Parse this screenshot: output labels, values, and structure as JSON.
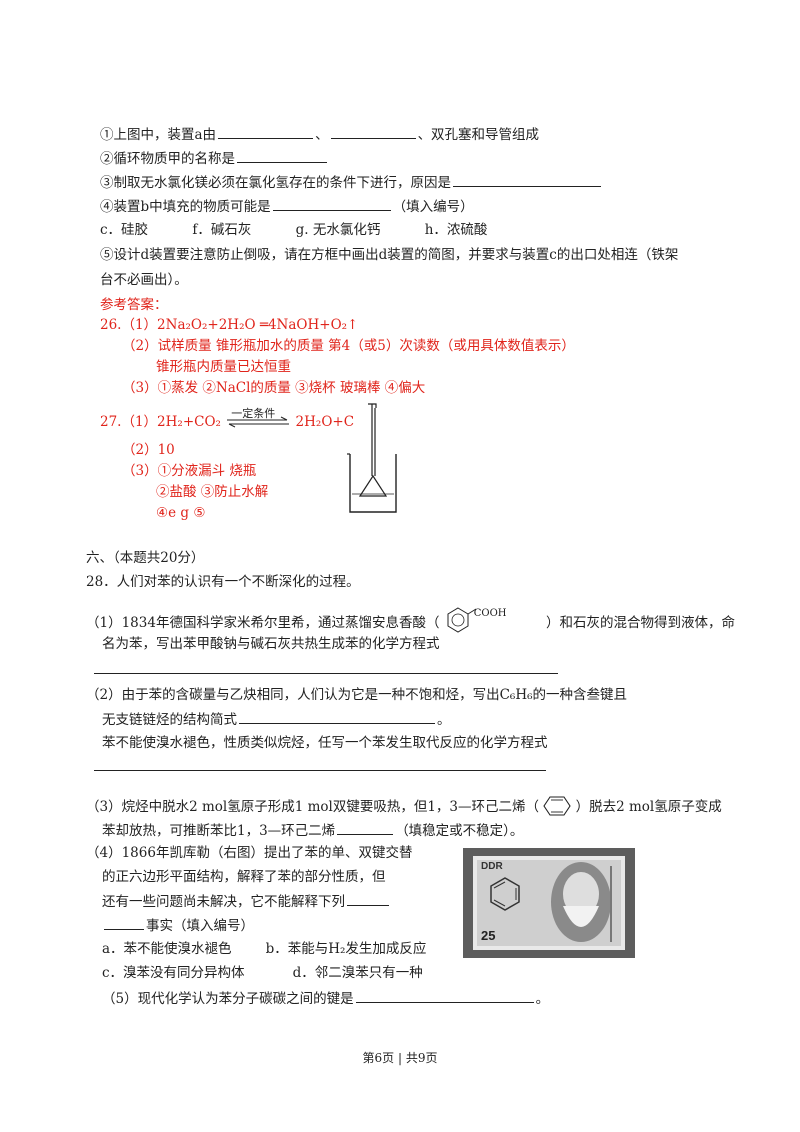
{
  "p1": {
    "q1": {
      "pre": "①上图中，装置a由",
      "mid": "、",
      "post": "、双孔塞和导管组成"
    },
    "q2": "②循环物质甲的名称是",
    "q3": "③制取无水氯化镁必须在氯化氢存在的条件下进行，原因是",
    "q4": {
      "pre": "④装置b中填充的物质可能是",
      "post": "（填入编号）"
    },
    "q4_opts": [
      "c．硅胶",
      "f．碱石灰",
      "g.  无水氯化钙",
      "h．浓硫酸"
    ],
    "q5_l1": "⑤设计d装置要注意防止倒吸，请在方框中画出d装置的简图，并要求与装置c的出口处相连（铁架",
    "q5_l2": "台不必画出）。"
  },
  "answers": {
    "header": "参考答案：",
    "a26_1": "26.（1）2Na₂O₂+2H₂O ═4NaOH+O₂↑",
    "a26_2": "（2）试样质量   锥形瓶加水的质量   第4（或5）次读数（或用具体数值表示）",
    "a26_2b": "锥形瓶内质量已达恒重",
    "a26_3": "（3）①蒸发   ②NaCl的质量   ③烧杯   玻璃棒   ④偏大",
    "a27_pre": "27.（1）2H₂+CO₂",
    "a27_cond": "一定条件",
    "a27_post": "2H₂O+C",
    "a27_2": "（2）10",
    "a27_3": "（3）①分液漏斗   烧瓶",
    "a27_3b": "②盐酸   ③防止水解",
    "a27_3c": "④e  g   ⑤"
  },
  "sec6": {
    "title": "六、（本题共20分）",
    "q28": "28．人们对苯的认识有一个不断深化的过程。",
    "s1_a": "（1）1834年德国科学家米希尔里希，通过蒸馏安息香酸（",
    "s1_cooh": "COOH",
    "s1_b": "）和石灰的混合物得到液体，命",
    "s1_c": "名为苯，写出苯甲酸钠与碱石灰共热生成苯的化学方程式",
    "s2_a": "（2）由于苯的含碳量与乙炔相同，人们认为它是一种不饱和烃，写出C₆H₆的一种含叁键且",
    "s2_b": "无支链链烃的结构简式",
    "s2_b_end": "。",
    "s2_c": "苯不能使溴水褪色，性质类似烷烃，任写一个苯发生取代反应的化学方程式",
    "s3_a": "（3）烷烃中脱水2 mol氢原子形成1 mol双键要吸热，但1，3—环己二烯（",
    "s3_b": "）脱去2 mol氢原子变成",
    "s3_c": "苯却放热，可推断苯比1，3—环己二烯",
    "s3_c_end": "（填稳定或不稳定）。",
    "s4_a": "（4）1866年凯库勒（右图）提出了苯的单、双键交替",
    "s4_b": "的正六边形平面结构，解释了苯的部分性质，但",
    "s4_c": "还有一些问题尚未解决，它不能解释下列",
    "s4_d": "事实（填入编号）",
    "s4_opt_a": "a．苯不能使溴水褪色",
    "s4_opt_b": "b．苯能与H₂发生加成反应",
    "s4_opt_c": "c．溴苯没有同分异构体",
    "s4_opt_d": "d．邻二溴苯只有一种",
    "s5": "（5）现代化学认为苯分子碳碳之间的键是",
    "s5_end": "。",
    "stamp_ddr": "DDR",
    "stamp_value": "25"
  },
  "footer": "第6页 | 共9页"
}
